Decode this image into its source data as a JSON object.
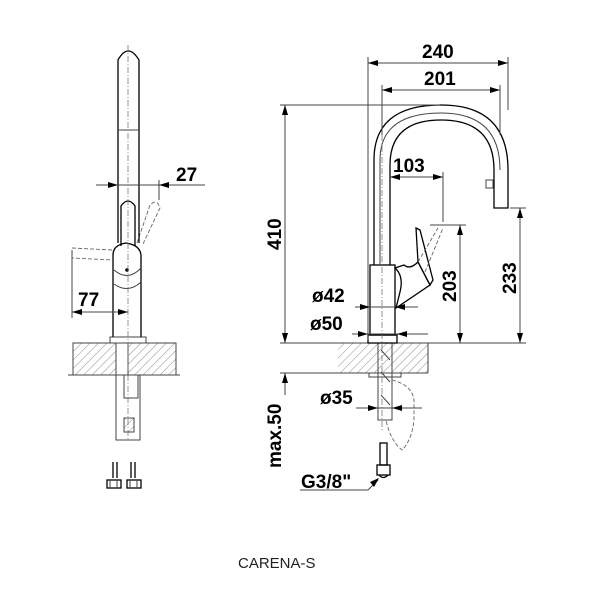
{
  "title": "CARENA-S",
  "side_view": {
    "dims": {
      "spout_width": "27",
      "lever_reach": "77"
    }
  },
  "front_view": {
    "dims": {
      "total_reach": "240",
      "spout_reach": "201",
      "lever_reach": "103",
      "height": "410",
      "lever_height": "203",
      "spout_height": "233",
      "body_diameter": "ø42",
      "base_diameter": "ø50",
      "hole_diameter": "ø35",
      "max_counter": "max.50",
      "connection": "G3/8\""
    }
  }
}
